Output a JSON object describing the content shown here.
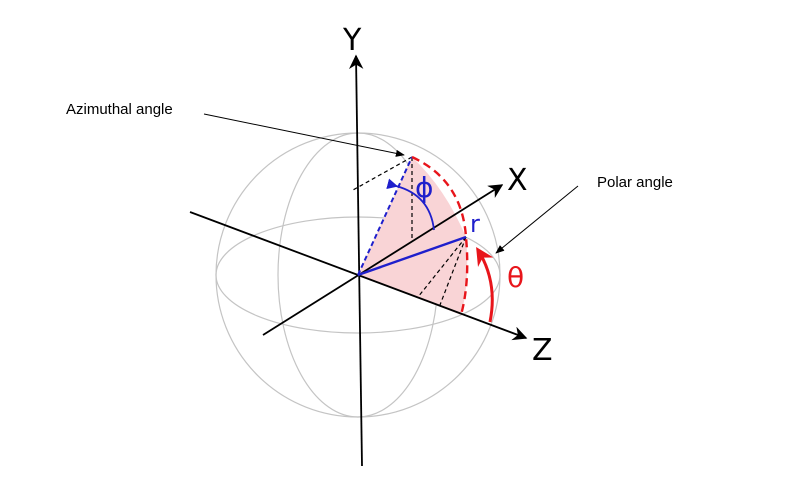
{
  "labels": {
    "y_axis": "Y",
    "x_axis": "X",
    "z_axis": "Z",
    "radius": "r",
    "azimuthal_symbol": "ϕ",
    "polar_symbol": "θ",
    "azimuthal_callout": "Azimuthal angle",
    "polar_callout": "Polar angle"
  },
  "colors": {
    "axis": "#000000",
    "sphere": "#bfbfbf",
    "radius": "#1f1fcc",
    "polar": "#e8151b",
    "sector_fill": "#f9d4d6"
  }
}
